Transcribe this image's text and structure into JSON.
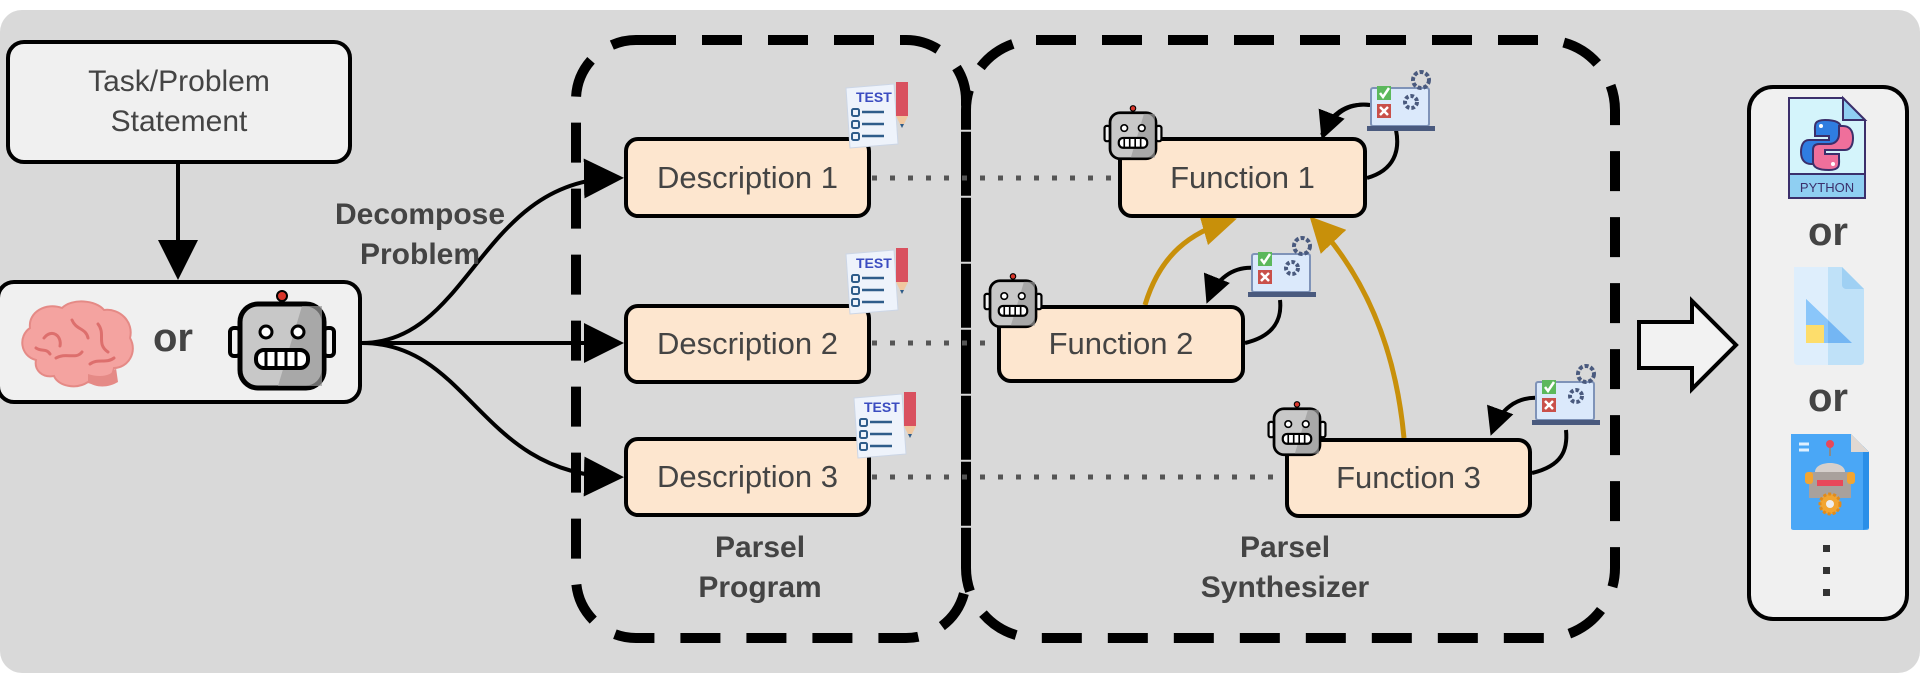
{
  "input": {
    "task_box": {
      "line1": "Task/Problem",
      "line2": "Statement"
    },
    "actors": {
      "human_icon": "brain-icon",
      "or_label": "or",
      "llm_icon": "robot-icon"
    },
    "decompose_label": {
      "line1": "Decompose",
      "line2": "Problem"
    }
  },
  "parsel_program": {
    "label": {
      "line1": "Parsel",
      "line2": "Program"
    },
    "descriptions": [
      {
        "label": "Description 1",
        "badge_icon": "test-checklist-icon",
        "badge_text": "TEST"
      },
      {
        "label": "Description 2",
        "badge_icon": "test-checklist-icon",
        "badge_text": "TEST"
      },
      {
        "label": "Description 3",
        "badge_icon": "test-checklist-icon",
        "badge_text": "TEST"
      }
    ]
  },
  "parsel_synthesizer": {
    "label": {
      "line1": "Parsel",
      "line2": "Synthesizer"
    },
    "functions": [
      {
        "label": "Function 1",
        "generator_icon": "robot-icon",
        "test_icon": "laptop-test-icon"
      },
      {
        "label": "Function 2",
        "generator_icon": "robot-icon",
        "test_icon": "laptop-test-icon"
      },
      {
        "label": "Function 3",
        "generator_icon": "robot-icon",
        "test_icon": "laptop-test-icon"
      }
    ],
    "dependency_color": "#c8900a"
  },
  "output": {
    "items": [
      {
        "icon": "python-file-icon",
        "caption": "PYTHON"
      },
      {
        "separator": "or"
      },
      {
        "icon": "document-file-icon"
      },
      {
        "separator": "or"
      },
      {
        "icon": "robot-file-icon"
      }
    ],
    "or_1": "or",
    "or_2": "or",
    "python_caption": "PYTHON",
    "more_indicator": "vertical-ellipsis"
  },
  "colors": {
    "background": "#d9d9d9",
    "node_fill": "#fde6cf",
    "panel_fill": "#f0f0f0",
    "text": "#444444",
    "dependency_arrow": "#c8900a"
  }
}
